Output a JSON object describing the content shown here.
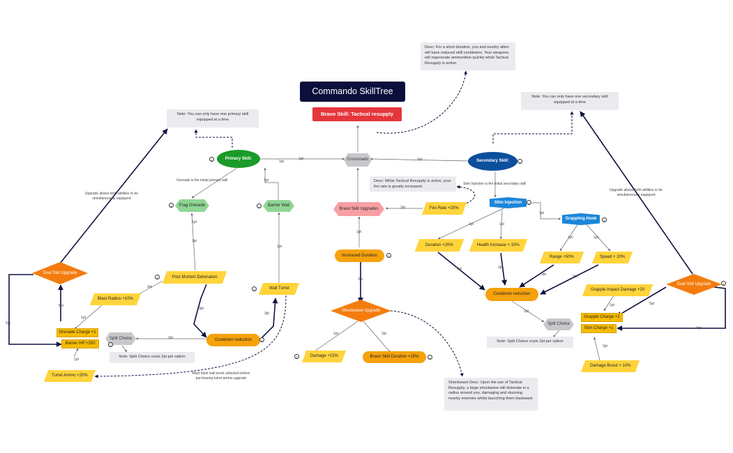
{
  "title": "Commando SkillTree",
  "bravo": "Bravo Skill: Tactical resupply",
  "crossroads": "Crossroads",
  "primary": "Primary Skill:",
  "secondary": "Secondary Skill:",
  "notes": {
    "desc_tactical": "Desc: For a short duration, you and nearby allies will have reduced skill cooldowns. Your weapons will regenerate ammunition quickly while Tactical Resupply is active.",
    "primary_one": "Note: You can only have one primary skill equipped at a time",
    "secondary_one": "Note: You can only have one secondary skill equipped at a time",
    "fire_rate_desc": "Desc: While Tactical Resupply is active, your fire rate is greatly increased.",
    "split_left": "Note: Split Choice costs 2pt per option",
    "split_right": "Note: Split Choice costs 2pt per option",
    "shockwave_desc": "Shockwave Desc: Upon the use of Tactical Resupply, a large shockwave will detonate in a radius around you, damaging and stunning nearby enemies whilst launching them backward."
  },
  "texts": {
    "grenade_initial": "Grenade is the initial primary skill",
    "stim_initial": "Stim Injection is the initial secondary skill",
    "upgrade_left": "Upgrade allows both abilities to be simultaneously equipped",
    "upgrade_right": "Upgrade allows both abilities to be simultaneously equipped",
    "turret_unlock": "Must have wall turret unlocked before purchasing turret ammo upgrade"
  },
  "nodes": {
    "frag": "Frag Grenade",
    "barrier": "Barrier Wall",
    "bravo_upgrades": "Bravo Skill Upgrades",
    "fire_rate": "Fire Rate +20%",
    "stim": "Stim Injection",
    "grapple": "Grappling Hook",
    "increased_duration": "Increased Duration",
    "post_mortem": "Post Mortem Detonation",
    "blast_radius": "Blast Radius +10%",
    "wall_turret": "Wall Turret",
    "cooldown_left": "Cooldown reduction",
    "dual_left": "Dual Slot Upgrade",
    "grenade_charge": "Grenade Charge +1",
    "barrier_hp": "Barrier HP +250",
    "split_left": "Split Choice",
    "turret_ammo": "Turret Ammo +20%",
    "shockwave": "Shockwave Upgrade",
    "damage": "Damage +15%",
    "bravo_duration": "Bravo Skill Duration +15%",
    "duration20": "Duration +20%",
    "health": "Health Increase + 10%",
    "range": "Range +50%",
    "speed": "Speed + 20%",
    "cooldown_right": "Cooldown reduction",
    "grapple_impact": "Grapple Impact Damage +20",
    "dual_right": "Dual Slot Upgrade",
    "grapple_charge": "Grapple Charge +2",
    "stim_charge": "Stim Charge +1",
    "split_right": "Split Choice",
    "damage_boost": "Damage Boost + 10%"
  },
  "edge_labels": {
    "e1": "1pt",
    "e2": "1pt",
    "e3": "1pt",
    "e4": "1pt",
    "e5": "2pt",
    "e6": "1pt",
    "e7": "1pt",
    "e8": "2pt",
    "e9": "1pt",
    "e10": "3pt",
    "e11": "3pt",
    "e12": "2pt",
    "e13": "5pt",
    "e14": "1pt",
    "e15": "5pt",
    "e16": "1pt",
    "e17": "1pt",
    "e18": "3pt",
    "e19": "1pt",
    "e20": "2pt",
    "e21": "1pt",
    "e22": "1pt",
    "e23": "1pt",
    "e24": "5pt",
    "e25": "3pt",
    "e26": "1pt",
    "e27": "1pt",
    "e28": "3pt",
    "e29": "3pt",
    "e30": "2pt",
    "e31": "1pt",
    "e32": "5pt",
    "e33": "5pt",
    "e34": "2pt"
  },
  "icon_numbers": {
    "i1": "1",
    "i2": "1",
    "i3": "1",
    "i4": "1",
    "i5": "1",
    "i6": "1",
    "i7": "1",
    "i8": "1",
    "i9": "1",
    "i10": "1",
    "i11": "1",
    "i12": "1",
    "i13": "1",
    "i14": "1"
  },
  "colors": {
    "navy": "#0c0f3c",
    "red": "#e5363b",
    "green": "#1a9b2a",
    "light_green": "#8fd694",
    "blue": "#0c4f9c",
    "light_blue": "#1b86d8",
    "pink": "#f7a0a4",
    "orange": "#f5a20c",
    "deep_orange": "#f47c0f",
    "yellow": "#ffd43b",
    "gray": "#c7c7cc",
    "note_bg": "#ebebef"
  }
}
